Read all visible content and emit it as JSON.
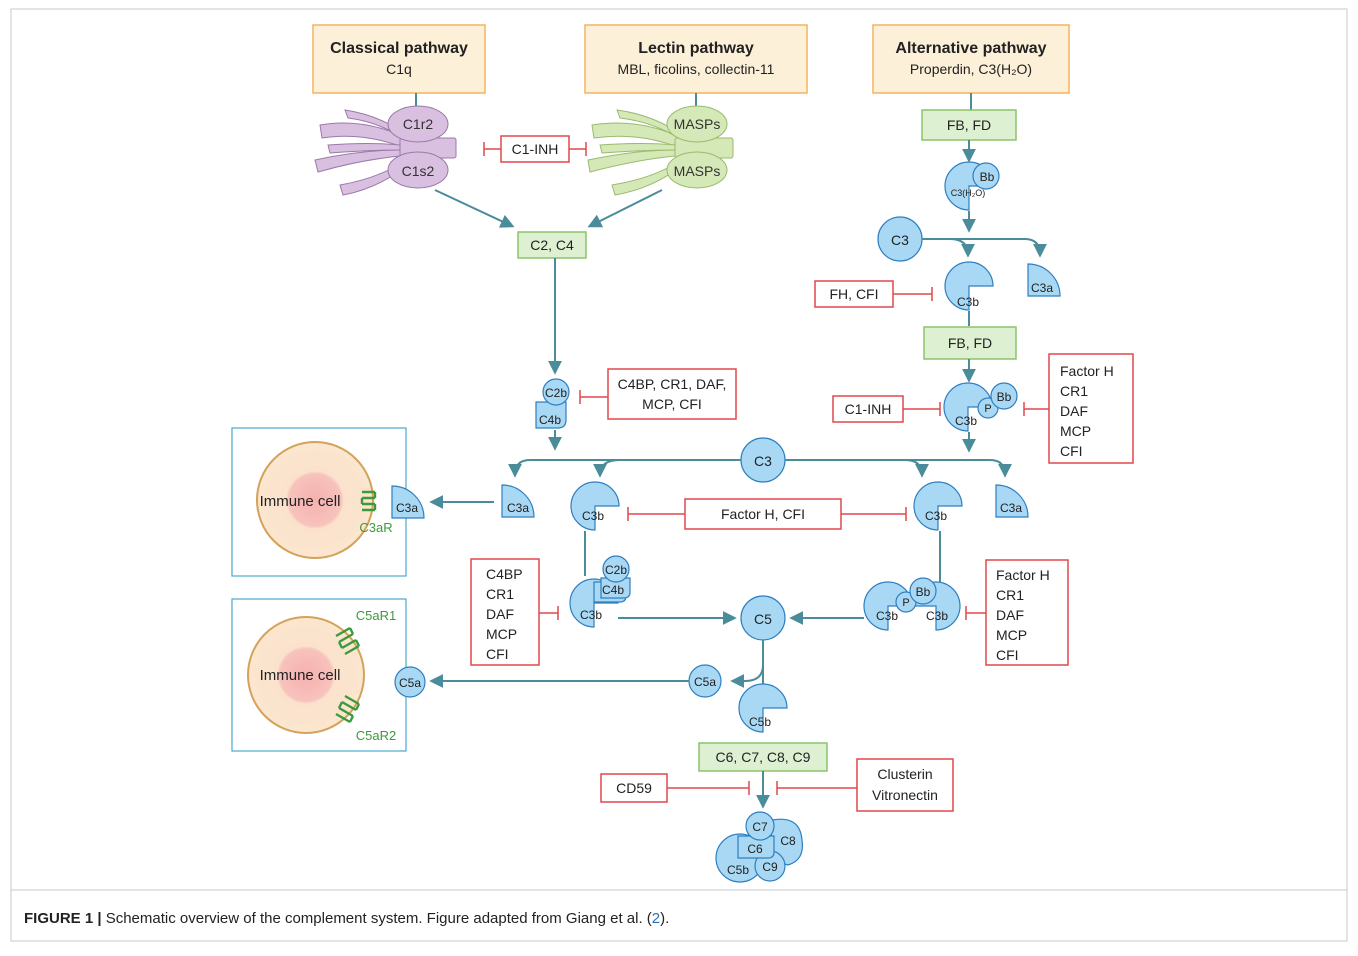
{
  "pathways": {
    "classical": {
      "title": "Classical pathway",
      "sub": "C1q"
    },
    "lectin": {
      "title": "Lectin pathway",
      "sub": "MBL, ficolins, collectin-11"
    },
    "alternative": {
      "title": "Alternative pathway",
      "sub": "Properdin, C3(H₂O)"
    }
  },
  "labels": {
    "c1r2": "C1r2",
    "c1s2": "C1s2",
    "masps": "MASPs",
    "c1inh": "C1-INH",
    "c2c4": "C2, C4",
    "c2b": "C2b",
    "c4b": "C4b",
    "c4bp_list": [
      "C4BP, CR1, DAF,",
      "MCP, CFI"
    ],
    "fbfd": "FB, FD",
    "bb": "Bb",
    "c3h2o": "C3(H₂O)",
    "c3": "C3",
    "c3a": "C3a",
    "c3b": "C3b",
    "p": "P",
    "fhcfi": "FH, CFI",
    "c1inh2": "C1-INH",
    "regulators_right": [
      "Factor H",
      "CR1",
      "DAF",
      "MCP",
      "CFI"
    ],
    "regulators_left": [
      "C4BP",
      "CR1",
      "DAF",
      "MCP",
      "CFI"
    ],
    "factorh_cfi": "Factor H, CFI",
    "immune_cell": "Immune cell",
    "c3ar": "C3aR",
    "c5ar1": "C5aR1",
    "c5ar2": "C5aR2",
    "c5": "C5",
    "c5a": "C5a",
    "c5b": "C5b",
    "c6to9": "C6, C7, C8, C9",
    "cd59": "CD59",
    "clusterin": [
      "Clusterin",
      "Vitronectin"
    ],
    "mac": {
      "c5b": "C5b",
      "c6": "C6",
      "c7": "C7",
      "c8": "C8",
      "c9": "C9"
    }
  },
  "caption": {
    "label": "FIGURE 1 |",
    "text": " Schematic overview of the complement system. Figure adapted from Giang et al. (",
    "ref": "2",
    "end": ")."
  },
  "colors": {
    "arrow": "#4a8c9a",
    "inhibit": "#e0494b",
    "blue": "#a9d8f4",
    "blueStroke": "#2e7fc0",
    "green_box": "#def0d2",
    "orange_box": "#fdf0d8",
    "purple": "#d9bfe0",
    "lgreen": "#d5e8b8"
  }
}
